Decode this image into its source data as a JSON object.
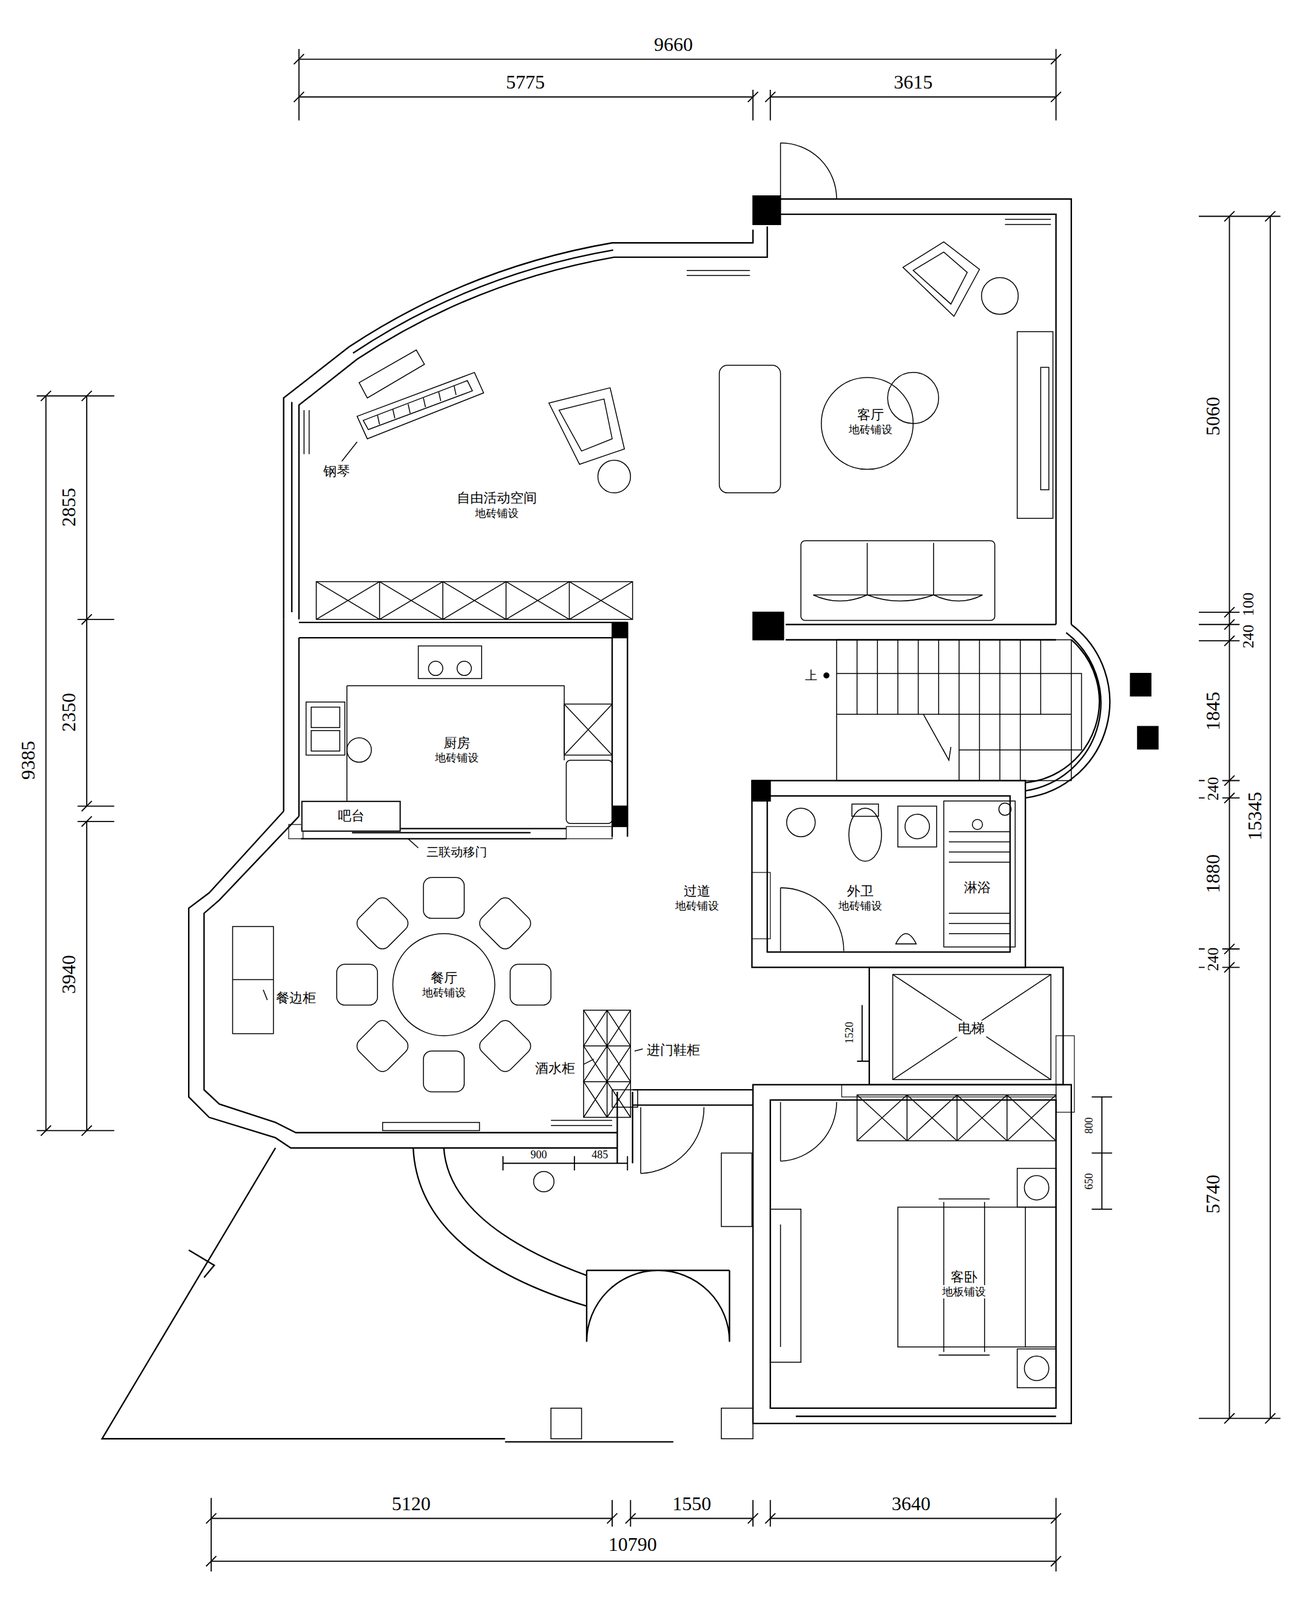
{
  "diagram": {
    "nodes": [
      {
        "text": [
          "自由活动空间",
          "地砖铺设"
        ]
      },
      {
        "text": [
          "客厅",
          "地砖铺设"
        ]
      },
      {
        "text": [
          "厨房",
          "地砖铺设"
        ]
      },
      {
        "text": [
          "吧台"
        ]
      },
      {
        "text": [
          "餐厅",
          "地砖铺设"
        ]
      },
      {
        "text": [
          "过道",
          "地砖铺设"
        ]
      },
      {
        "text": [
          "外卫",
          "地砖铺设"
        ]
      },
      {
        "text": [
          "淋浴"
        ]
      },
      {
        "text": [
          "电梯"
        ]
      },
      {
        "text": [
          "客卧",
          "地板铺设"
        ]
      }
    ],
    "labels": [
      "9660",
      "5775",
      "3615",
      "钢琴",
      "9385",
      "2855",
      "2350",
      "3940",
      "5060",
      "240",
      "100",
      "1845",
      "240",
      "1880",
      "240",
      "15345",
      "上",
      "三联动移门",
      "餐边柜",
      "1520",
      "进门鞋柜",
      "酒水柜",
      "800",
      "650",
      "900",
      "485",
      "5740",
      "5120",
      "1550",
      "3640",
      "10790"
    ]
  }
}
